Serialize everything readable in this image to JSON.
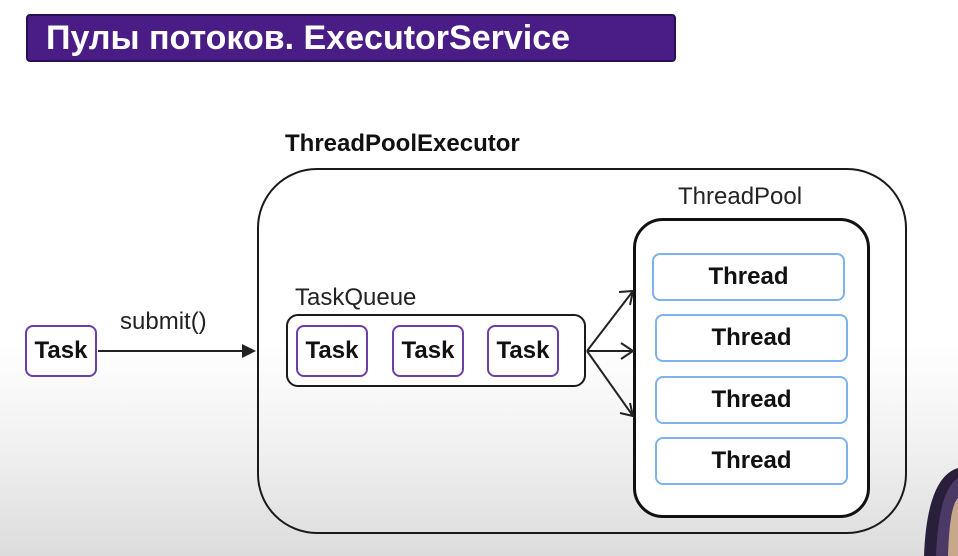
{
  "title": "Пулы потоков. ExecutorService",
  "executor": {
    "label": "ThreadPoolExecutor"
  },
  "submit_label": "submit()",
  "external_task": {
    "label": "Task"
  },
  "queue": {
    "label": "TaskQueue",
    "tasks": [
      "Task",
      "Task",
      "Task"
    ]
  },
  "pool": {
    "label": "ThreadPool",
    "threads": [
      "Thread",
      "Thread",
      "Thread",
      "Thread"
    ]
  },
  "colors": {
    "title_bg": "#4a1d86",
    "task_border": "#6b3fa8",
    "thread_border": "#7fb2ea"
  }
}
